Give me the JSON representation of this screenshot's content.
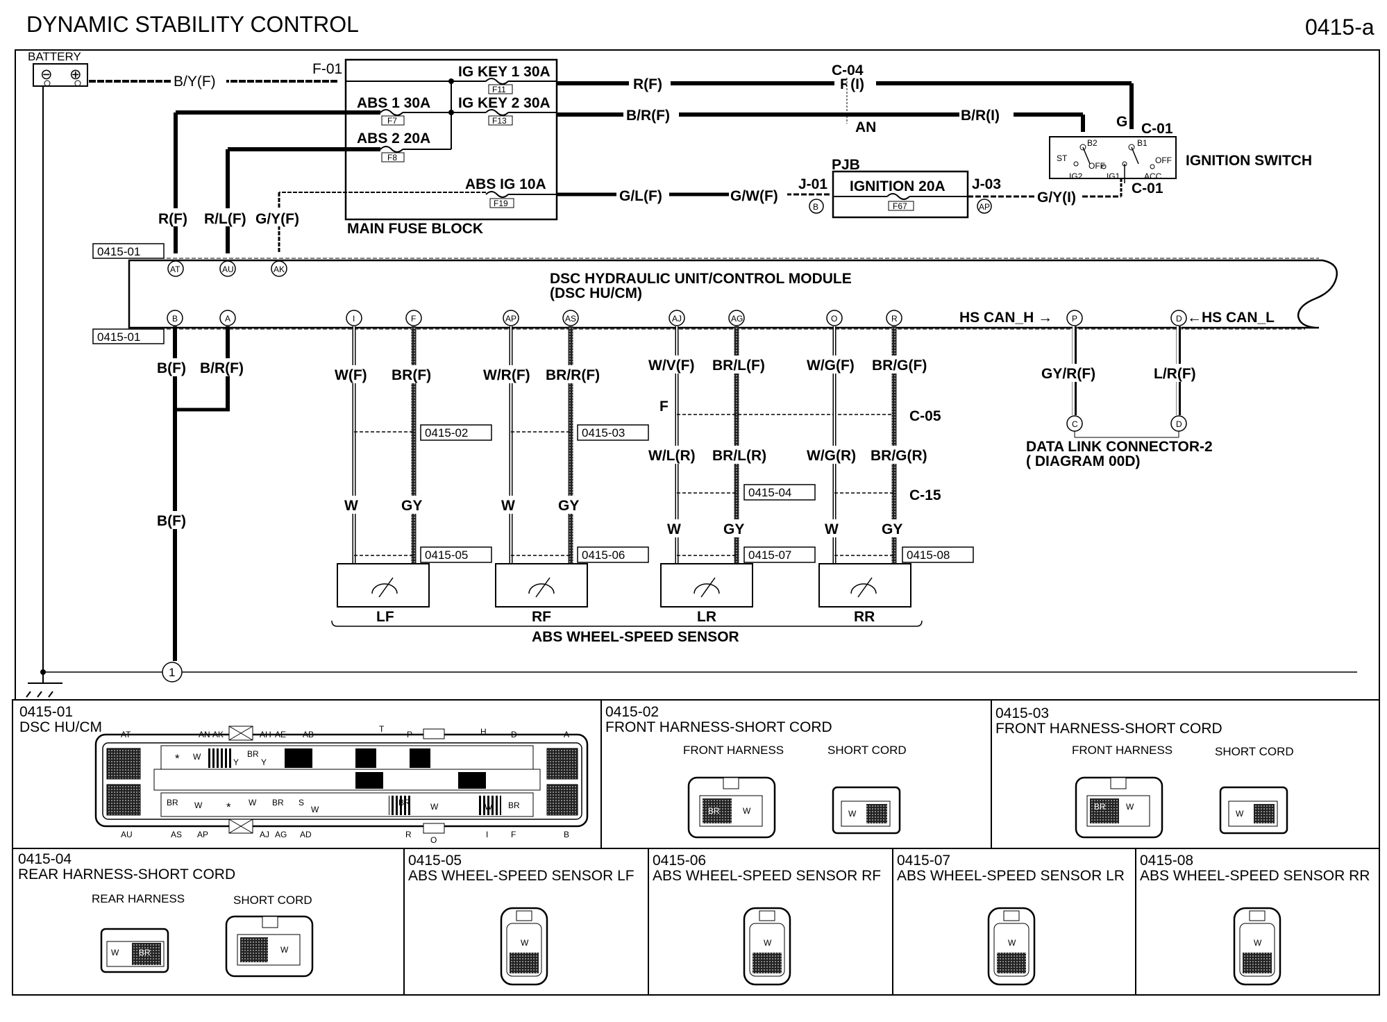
{
  "header": {
    "title": "DYNAMIC STABILITY CONTROL",
    "page_code": "0415-a"
  },
  "power": {
    "battery": "BATTERY",
    "battery_minus": "⊖",
    "battery_plus": "⊕",
    "batt_wire": "B/Y(F)",
    "f01": "F-01",
    "main_fuse_block": "MAIN FUSE BLOCK",
    "fuse_ig_key1": "IG KEY 1 30A",
    "fuse_ig_key2": "IG KEY 2 30A",
    "fuse_abs1": "ABS 1 30A",
    "fuse_abs2": "ABS 2 20A",
    "fuse_abs_ig": "ABS IG 10A",
    "f11": "F11",
    "f13": "F13",
    "f7": "F7",
    "f8": "F8",
    "f19": "F19",
    "w_rf": "R(F)",
    "w_ri": "R(I)",
    "c04": "C-04",
    "w_brf": "B/R(F)",
    "w_bri": "B/R(I)",
    "an": "AN",
    "w_glf": "G/L(F)",
    "w_gwf": "G/W(F)",
    "j01": "J-01",
    "j03": "J-03",
    "pjb": "PJB",
    "ignition_fuse": "IGNITION  20A",
    "f67": "F67",
    "w_gyi": "G/Y(I)",
    "conn_b": "B",
    "conn_ap": "AP",
    "g": "G",
    "c01_top": "C-01",
    "c01_bot": "C-01",
    "ignition_switch": "IGNITION SWITCH",
    "sw_b2": "B2",
    "sw_b1": "B1",
    "sw_st": "ST",
    "sw_off1": "OFF",
    "sw_off2": "OFF",
    "sw_ig2": "IG2",
    "sw_ig1": "IG1",
    "sw_acc": "ACC",
    "w_rf2": "R(F)",
    "w_rlf": "R/L(F)",
    "w_gyf": "G/Y(F)"
  },
  "module": {
    "title_line1": "DSC HYDRAULIC UNIT/CONTROL MODULE",
    "title_line2": "(DSC HU/CM)",
    "ref_top": "0415-01",
    "ref_bottom": "0415-01",
    "top_pins": [
      "AT",
      "AU",
      "AK"
    ],
    "bottom_pins": [
      "B",
      "A",
      "I",
      "F",
      "AP",
      "AS",
      "AJ",
      "AG",
      "O",
      "R",
      "P",
      "D"
    ],
    "hs_can_h": "HS CAN_H →",
    "hs_can_l": "←HS CAN_L"
  },
  "wires": {
    "bf": "B(F)",
    "brf": "B/R(F)",
    "bf_low": "B(F)",
    "wf": "W(F)",
    "brf2": "BR(F)",
    "wrf": "W/R(F)",
    "brrf": "BR/R(F)",
    "wvf": "W/V(F)",
    "brlf": "BR/L(F)",
    "wgf": "W/G(F)",
    "brgf": "BR/G(F)",
    "gyrf": "GY/R(F)",
    "lrf": "L/R(F)",
    "f_label": "F",
    "c05": "C-05",
    "c15": "C-15",
    "wlr": "W/L(R)",
    "brlr": "BR/L(R)",
    "wgr": "W/G(R)",
    "brgr": "BR/G(R)",
    "w1": "W",
    "gy1": "GY",
    "w2": "W",
    "gy2": "GY",
    "w3": "W",
    "gy3": "GY",
    "w4": "W",
    "gy4": "GY",
    "ref02": "0415-02",
    "ref03": "0415-03",
    "ref04": "0415-04",
    "ref05": "0415-05",
    "ref06": "0415-06",
    "ref07": "0415-07",
    "ref08": "0415-08",
    "dlc_c": "C",
    "dlc_d": "D",
    "dlc_line1": "DATA LINK CONNECTOR-2",
    "dlc_line2": "( DIAGRAM 00D)",
    "ground_ref": "1"
  },
  "sensors": {
    "lf": "LF",
    "rf": "RF",
    "lr": "LR",
    "rr": "RR",
    "caption": "ABS WHEEL-SPEED SENSOR"
  },
  "connectors": {
    "p01": {
      "code": "0415-01",
      "name": "DSC HU/CM",
      "top_labels": [
        "AT",
        "AN",
        "AK",
        "AH",
        "AE",
        "AB",
        "T",
        "P",
        "H",
        "D",
        "A"
      ],
      "bottom_labels": [
        "AU",
        "AS",
        "AP",
        "AJ",
        "AG",
        "AD",
        "R",
        "O",
        "I",
        "F",
        "B"
      ],
      "cell_marks": [
        "*",
        "W",
        "Y",
        "BR",
        "Y",
        "BR",
        "W",
        "*",
        "W",
        "BR",
        "S",
        "W",
        "BR",
        "W",
        "W",
        "BR"
      ]
    },
    "p02": {
      "code": "0415-02",
      "name": "FRONT HARNESS-SHORT CORD",
      "left": "FRONT HARNESS",
      "right": "SHORT CORD",
      "a": "BR",
      "b": "W",
      "c": "W"
    },
    "p03": {
      "code": "0415-03",
      "name": "FRONT HARNESS-SHORT CORD",
      "left": "FRONT HARNESS",
      "right": "SHORT CORD",
      "a": "BR",
      "b": "W",
      "c": "W"
    },
    "p04": {
      "code": "0415-04",
      "name": "REAR HARNESS-SHORT CORD",
      "left": "REAR HARNESS",
      "right": "SHORT CORD",
      "a": "W",
      "b": "BR",
      "c": "W"
    },
    "p05": {
      "code": "0415-05",
      "name": "ABS WHEEL-SPEED SENSOR LF",
      "pin": "W"
    },
    "p06": {
      "code": "0415-06",
      "name": "ABS WHEEL-SPEED SENSOR RF",
      "pin": "W"
    },
    "p07": {
      "code": "0415-07",
      "name": "ABS WHEEL-SPEED SENSOR LR",
      "pin": "W"
    },
    "p08": {
      "code": "0415-08",
      "name": "ABS WHEEL-SPEED SENSOR RR",
      "pin": "W"
    }
  }
}
